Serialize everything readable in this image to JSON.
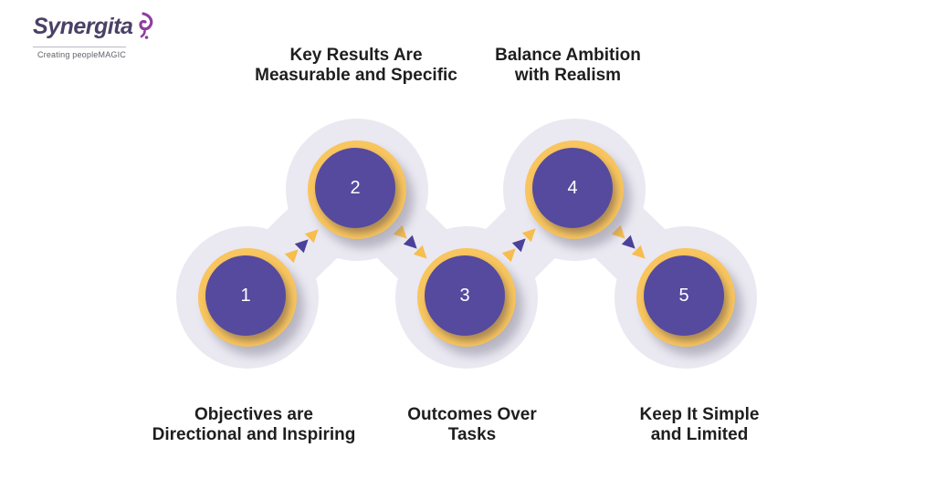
{
  "logo": {
    "name": "Synergita",
    "tagline": "Creating peopleMAGIC"
  },
  "colors": {
    "background": "#FFFFFF",
    "blob": "#EAE8F1",
    "node": "#554A9E",
    "ring": "#F8C55E",
    "arrow_yellow": "#F7BD4D",
    "arrow_purple": "#4C4199",
    "title_text": "#1E1E1E",
    "number_text": "#FFFFFF",
    "logo_text": "#494166",
    "logo_icon": "#8F3D9E",
    "tagline_text": "#5F5F68"
  },
  "steps": [
    {
      "number": "1",
      "label_line1": "Objectives are",
      "label_line2": "Directional and Inspiring",
      "label_position": "below"
    },
    {
      "number": "2",
      "label_line1": "Key Results Are",
      "label_line2": "Measurable and Specific",
      "label_position": "above"
    },
    {
      "number": "3",
      "label_line1": "Outcomes Over",
      "label_line2": "Tasks",
      "label_position": "below"
    },
    {
      "number": "4",
      "label_line1": "Balance Ambition",
      "label_line2": "with Realism",
      "label_position": "above"
    },
    {
      "number": "5",
      "label_line1": "Keep It Simple",
      "label_line2": "and Limited",
      "label_position": "below"
    }
  ]
}
